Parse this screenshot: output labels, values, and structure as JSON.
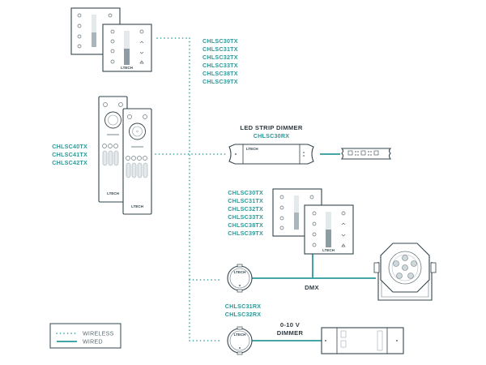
{
  "colors": {
    "accent": "#2b9a9a",
    "device_stroke": "#33454d",
    "text_dark": "#2f3a40"
  },
  "panel_top": {
    "models": [
      "CHLSC30TX",
      "CHLSC31TX",
      "CHLSC32TX",
      "CHLSC33TX",
      "CHLSC38TX",
      "CHLSC39TX"
    ],
    "brand": "LTECH"
  },
  "remotes": {
    "models": [
      "CHLSC40TX",
      "CHLSC41TX",
      "CHLSC42TX"
    ],
    "brand": "LTECH"
  },
  "led_strip_dimmer": {
    "title": "LED STRIP DIMMER",
    "model": "CHLSC30RX",
    "brand": "LTECH"
  },
  "panel_mid": {
    "models": [
      "CHLSC30TX",
      "CHLSC31TX",
      "CHLSC32TX",
      "CHLSC33TX",
      "CHLSC38TX",
      "CHLSC39TX"
    ],
    "brand": "LTECH"
  },
  "round_receiver": {
    "models": [
      "CHLSC31RX",
      "CHLSC32RX"
    ],
    "brand": "LTECH"
  },
  "dmx": {
    "label": "DMX"
  },
  "dimmer_0_10": {
    "line1": "0-10 V",
    "line2": "DIMMER",
    "brand": "LTECH"
  },
  "legend": {
    "items": [
      {
        "label": "WIRELESS",
        "style": "dotted"
      },
      {
        "label": "WIRED",
        "style": "solid"
      }
    ]
  }
}
